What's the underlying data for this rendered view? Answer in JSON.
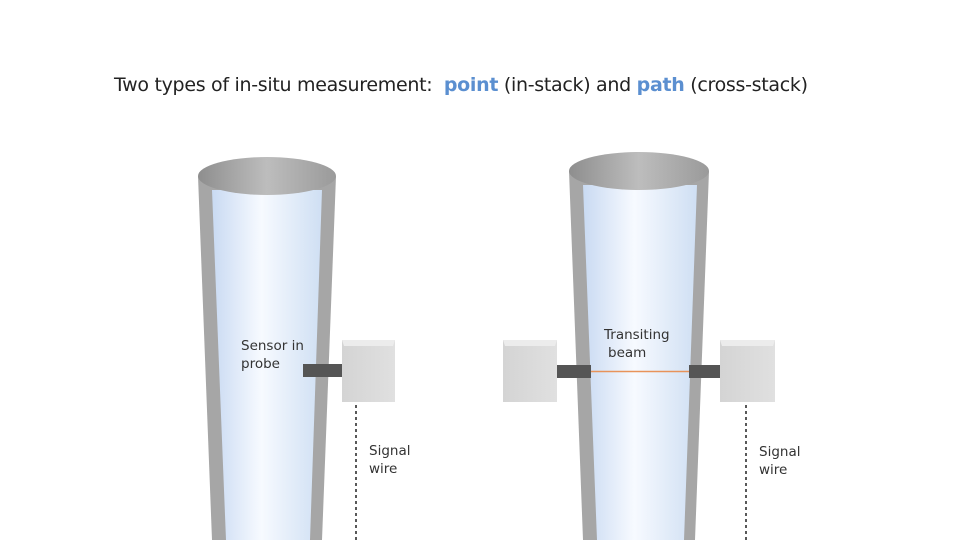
{
  "title": {
    "prefix": "Two types of in-situ measurement:",
    "point": "point",
    "point_suffix": "(in-stack) and",
    "path": "path",
    "path_suffix": "(cross-stack)"
  },
  "left_diagram": {
    "sensor_label_line1": "Sensor in",
    "sensor_label_line2": "probe",
    "wire_label_line1": "Signal",
    "wire_label_line2": "wire"
  },
  "right_diagram": {
    "beam_label_line1": "Transiting",
    "beam_label_line2": "beam",
    "wire_label_line1": "Signal",
    "wire_label_line2": "wire"
  },
  "colors": {
    "accent": "#5b8fd0",
    "beam": "#e8935a",
    "wall": "#a6a6a6",
    "probe": "#555555"
  }
}
